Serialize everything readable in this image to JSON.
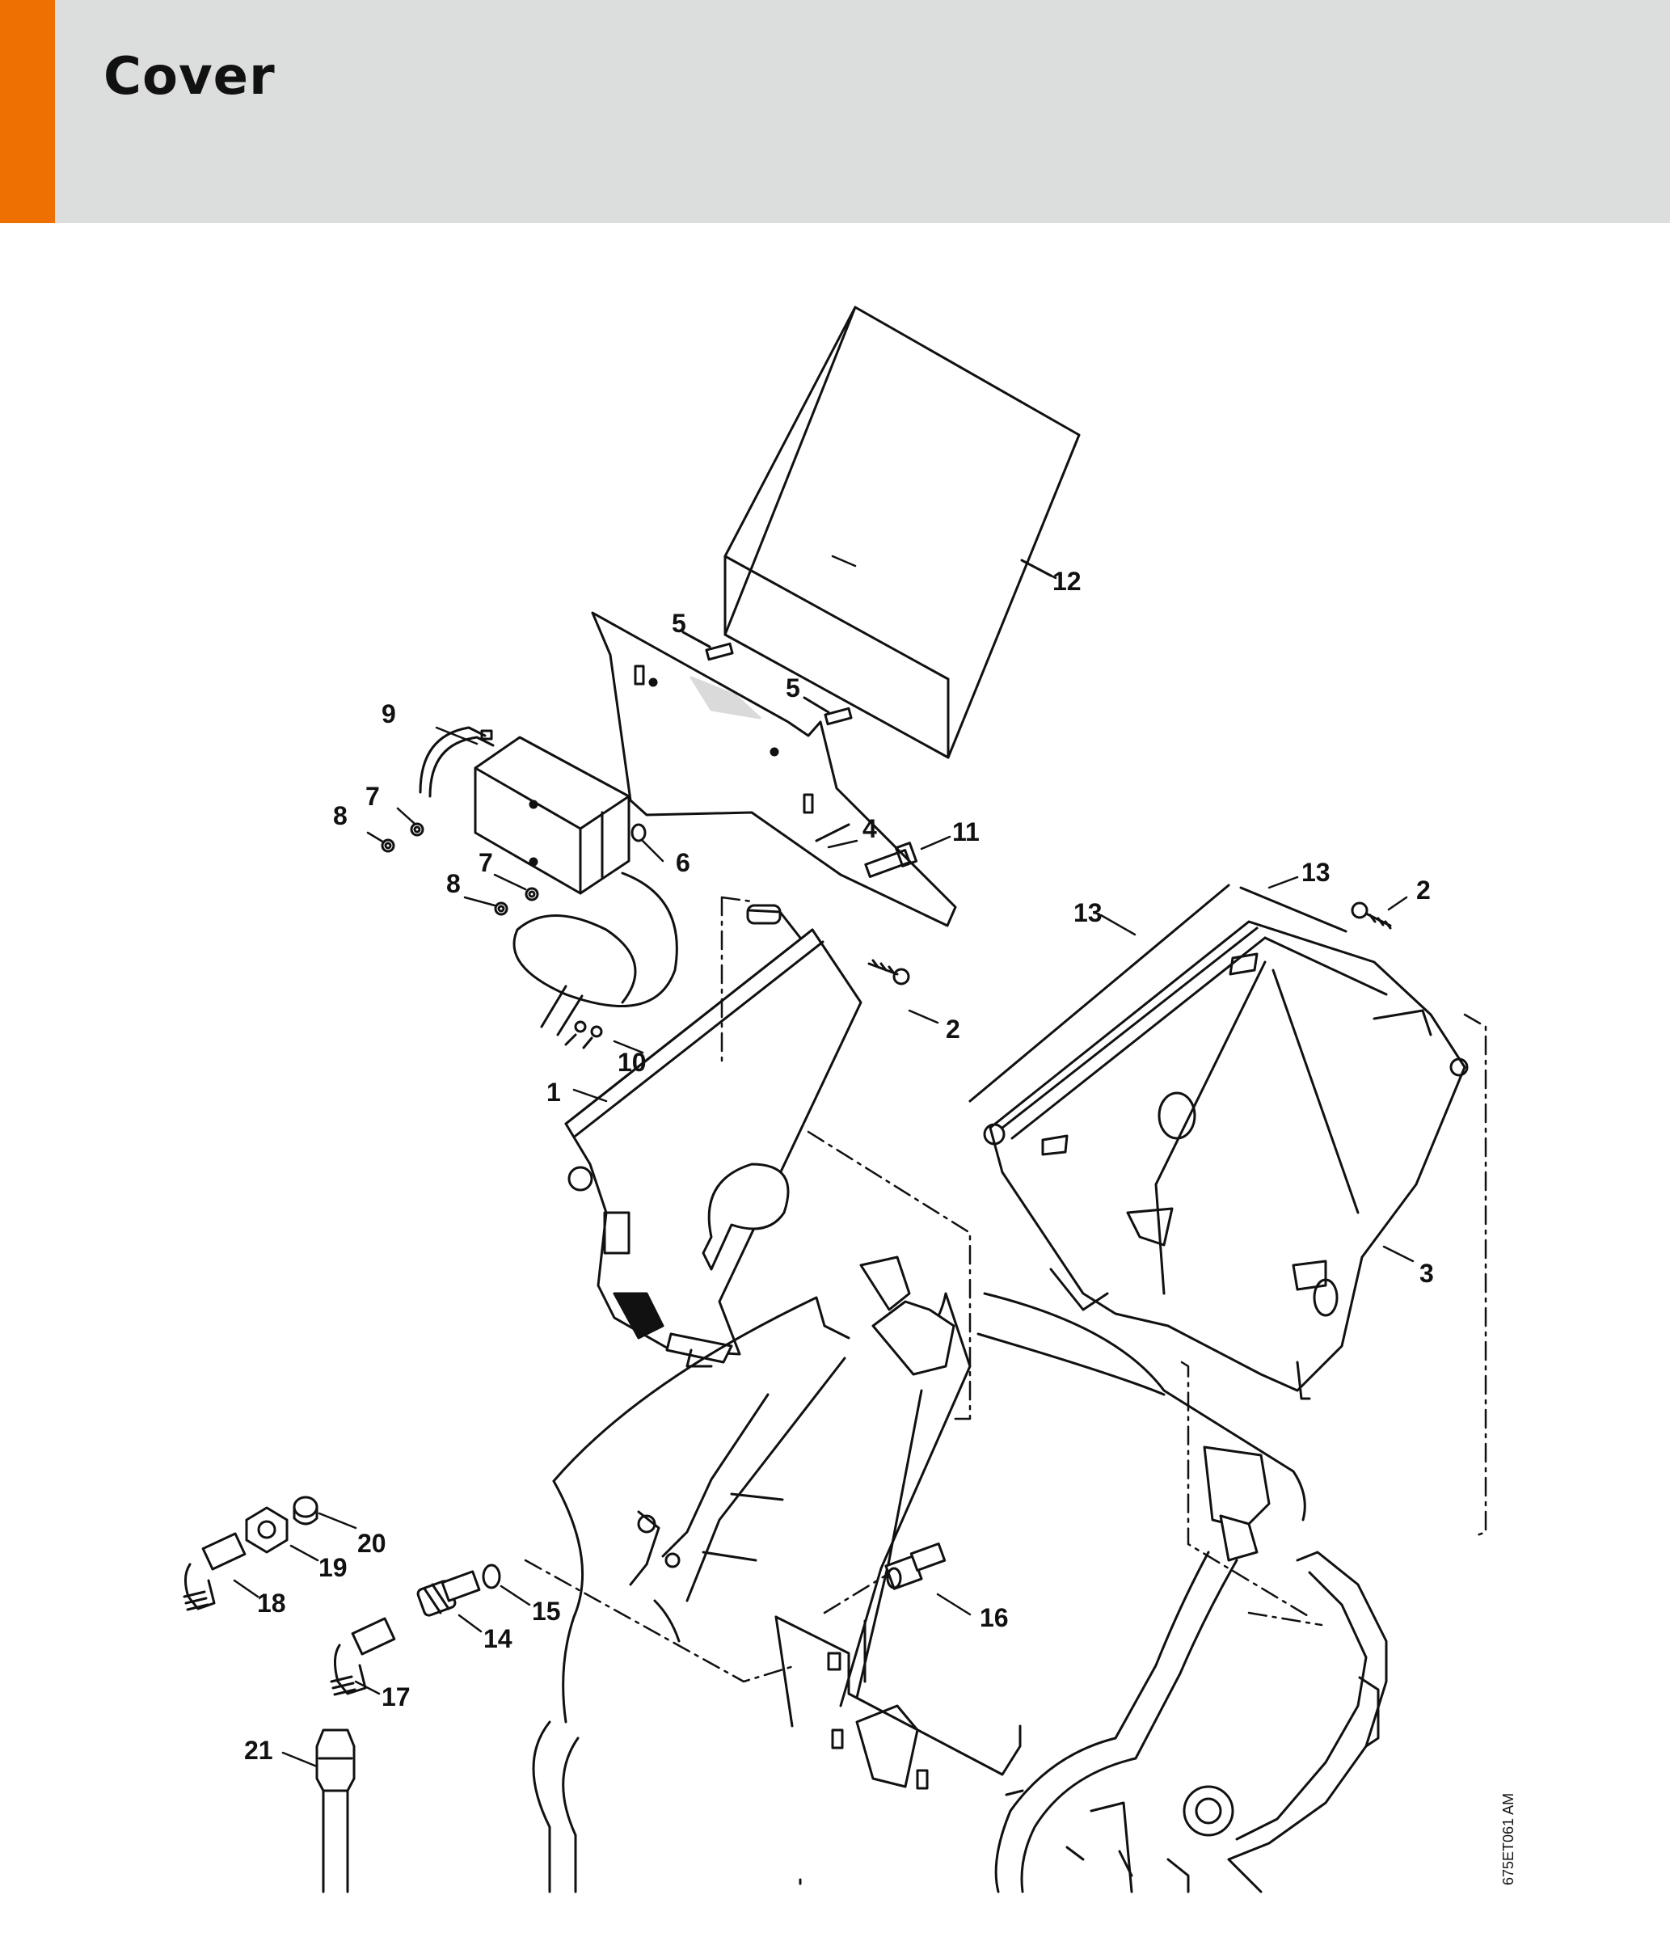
{
  "header": {
    "title": "Cover",
    "accent_color": "#ee7000",
    "background_color": "#dcdddd"
  },
  "diagram": {
    "reference_code": "675ET061 AM",
    "callouts": [
      "12",
      "5",
      "5",
      "9",
      "7",
      "8",
      "6",
      "7",
      "8",
      "4",
      "11",
      "13",
      "13",
      "2",
      "2",
      "10",
      "1",
      "3",
      "20",
      "19",
      "18",
      "15",
      "14",
      "16",
      "17",
      "21"
    ]
  }
}
